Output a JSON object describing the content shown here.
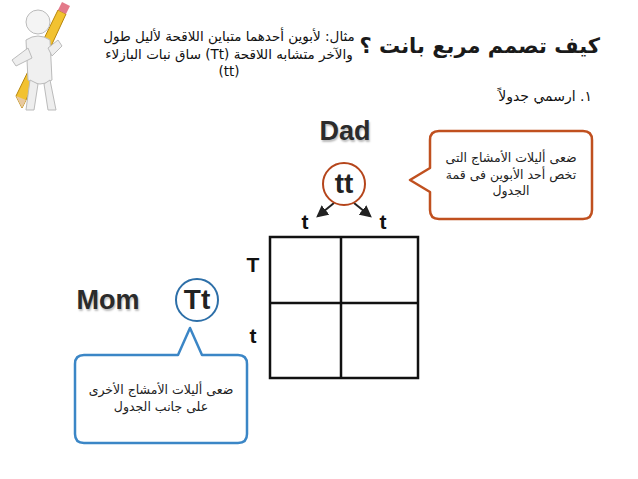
{
  "diagram": {
    "title": "كيف تصمم مربع بانت ؟",
    "nodes": [
      {
        "text": [
          "tt"
        ]
      },
      {
        "text": [
          "ضعى أليلات الأمشاج التى تخص أحد الأبوين فى قمة الجدول"
        ]
      },
      {
        "text": [
          "Tt"
        ]
      },
      {
        "text": [
          "ضعى أليلات الأمشاج الأخرى على جانب الجدول"
        ]
      }
    ],
    "labels": [
      "مثال: لأبوين أحدهما متباين اللاقحة لأليل طول والآخر متشابه اللاقحة (Tt) ساق نبات البازلاء (tt)",
      "١. ارسمي جدولاً",
      "Dad",
      "t",
      "t",
      "T",
      "t",
      "Mom"
    ]
  }
}
